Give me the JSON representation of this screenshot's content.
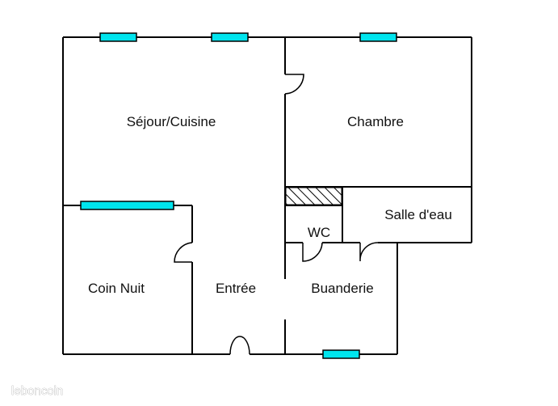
{
  "colors": {
    "wall": "#000000",
    "window": "#00e5ee",
    "background": "#ffffff"
  },
  "rooms": {
    "sejour": "Séjour/Cuisine",
    "chambre": "Chambre",
    "salle_eau": "Salle d'eau",
    "wc": "WC",
    "coin_nuit": "Coin Nuit",
    "entree": "Entrée",
    "buanderie": "Buanderie"
  },
  "watermark": "leboncoin"
}
